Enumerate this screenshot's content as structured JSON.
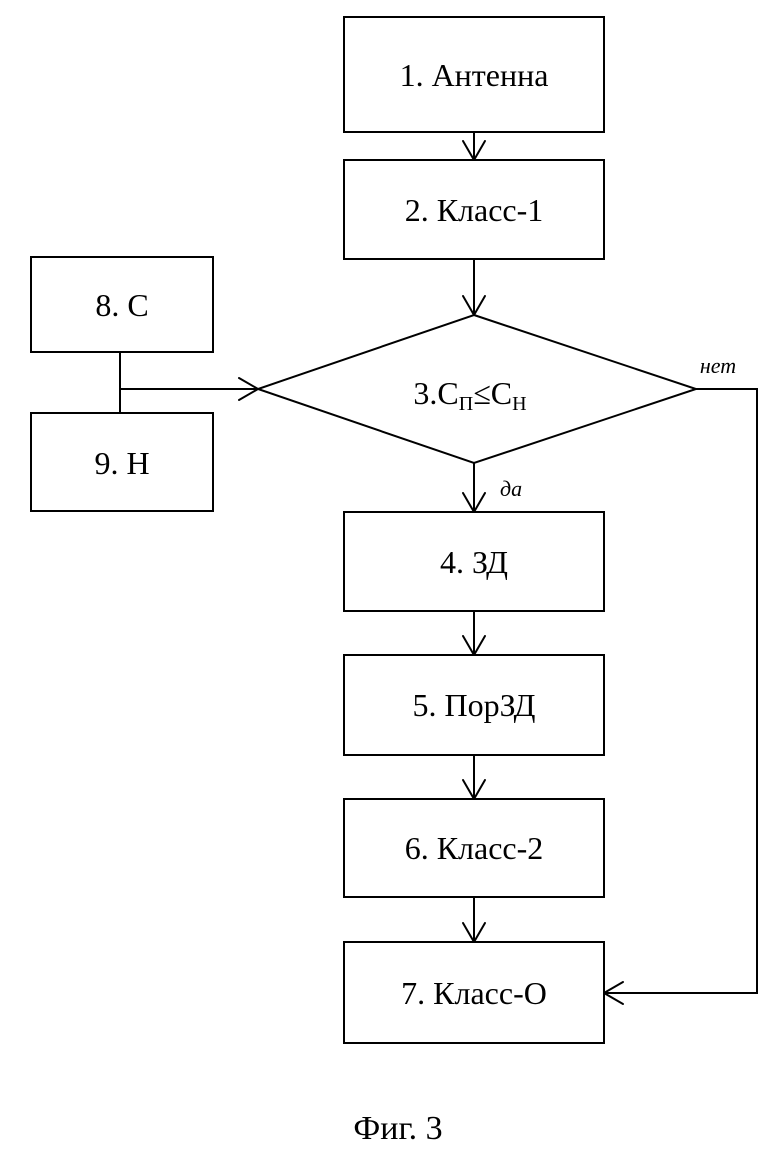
{
  "blocks": {
    "b1": "1. Антенна",
    "b2": "2. Класс-1",
    "b3_prefix": "3.",
    "b3_c1": "С",
    "b3_sub1": "П",
    "b3_op": "≤",
    "b3_c2": "С",
    "b3_sub2": "Н",
    "b4": "4. ЗД",
    "b5": "5. ПорЗД",
    "b6": "6. Класс-2",
    "b7": "7. Класс-О",
    "b8": "8. С",
    "b9": "9. Н"
  },
  "branches": {
    "yes": "да",
    "no": "нет"
  },
  "caption": "Фиг. 3"
}
